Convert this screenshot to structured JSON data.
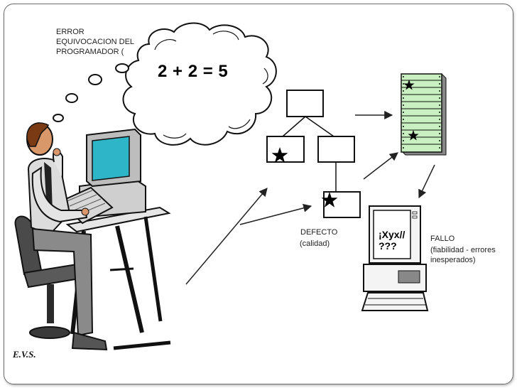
{
  "labels": {
    "error": "ERROR EQUIVOCACION DEL PROGRAMADOR (",
    "equation": "2 + 2 = 5",
    "defecto_title": "DEFECTO",
    "defecto_sub": "(calidad)",
    "fallo_title": "FALLO",
    "fallo_sub": "(fiabilidad - errores inesperados)",
    "screen_line1": "¡Xyx//",
    "screen_line2": "???",
    "signature": "E.V.S."
  },
  "colors": {
    "frame": "#6b6b6b",
    "monitor_screen": "#2fb5c8",
    "listing_fill": "#c8f0c0",
    "shirt": "#dcdcdc",
    "pants": "#8a8a8a",
    "skin": "#d9986a",
    "hair": "#7a3a14",
    "star": "#000000"
  },
  "icons": [
    "thought-cloud",
    "programmer-figure",
    "computer",
    "star-marker",
    "code-listing",
    "terminal-computer"
  ]
}
